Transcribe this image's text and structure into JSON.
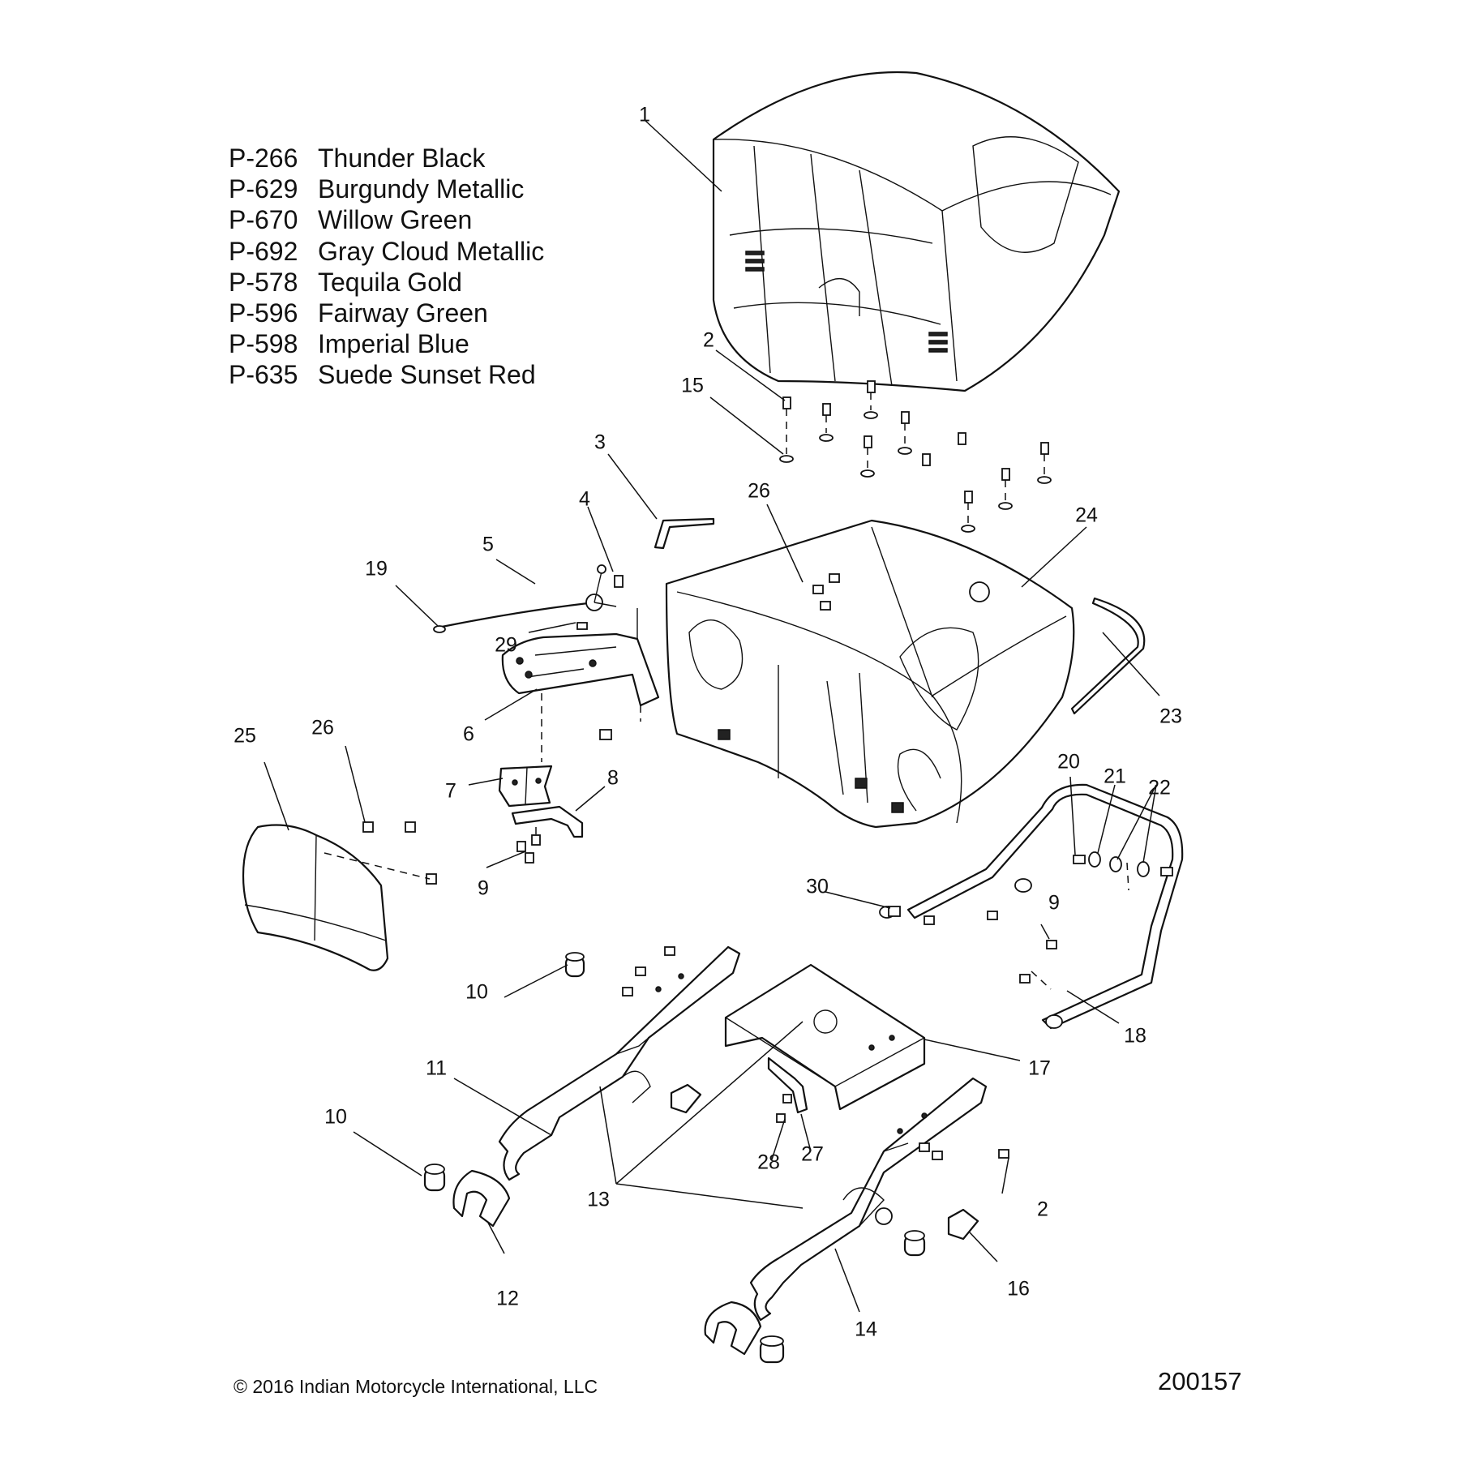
{
  "legend": [
    {
      "code": "P-266",
      "name": "Thunder Black"
    },
    {
      "code": "P-629",
      "name": "Burgundy Metallic"
    },
    {
      "code": "P-670",
      "name": "Willow Green"
    },
    {
      "code": "P-692",
      "name": "Gray Cloud Metallic"
    },
    {
      "code": "P-578",
      "name": "Tequila Gold"
    },
    {
      "code": "P-596",
      "name": "Fairway Green"
    },
    {
      "code": "P-598",
      "name": "Imperial Blue"
    },
    {
      "code": "P-635",
      "name": "Suede Sunset Red"
    }
  ],
  "callouts": {
    "c1": "1",
    "c2a": "2",
    "c2b": "2",
    "c3": "3",
    "c4": "4",
    "c5": "5",
    "c6": "6",
    "c7": "7",
    "c8": "8",
    "c9a": "9",
    "c9b": "9",
    "c10a": "10",
    "c10b": "10",
    "c11": "11",
    "c12": "12",
    "c13": "13",
    "c14": "14",
    "c15": "15",
    "c16": "16",
    "c17": "17",
    "c18": "18",
    "c19": "19",
    "c20": "20",
    "c21": "21",
    "c22": "22",
    "c23": "23",
    "c24": "24",
    "c25": "25",
    "c26a": "26",
    "c26b": "26",
    "c27": "27",
    "c28": "28",
    "c29": "29",
    "c30": "30"
  },
  "footer": {
    "copyright": "© 2016 Indian Motorcycle International, LLC",
    "figure_id": "200157"
  }
}
